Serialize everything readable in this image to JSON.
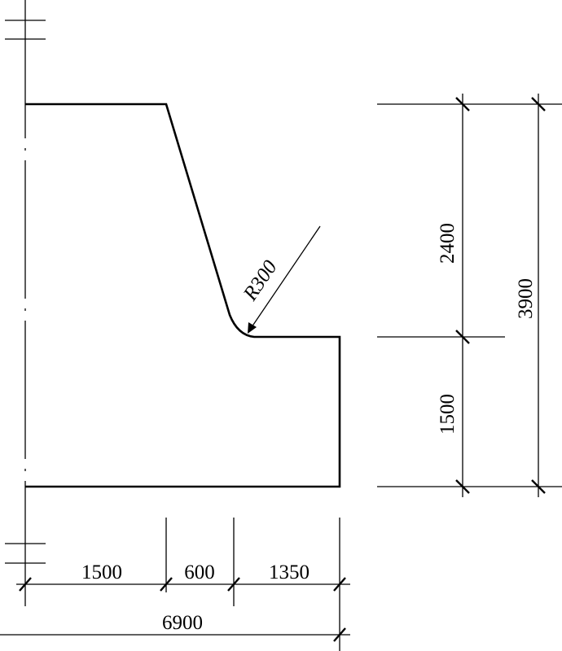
{
  "drawing": {
    "radius_label": "R300",
    "dimensions": {
      "bottom_segment_1": "1500",
      "bottom_segment_2": "600",
      "bottom_segment_3": "1350",
      "bottom_total": "6900",
      "right_upper": "2400",
      "right_lower": "1500",
      "right_total": "3900"
    }
  }
}
